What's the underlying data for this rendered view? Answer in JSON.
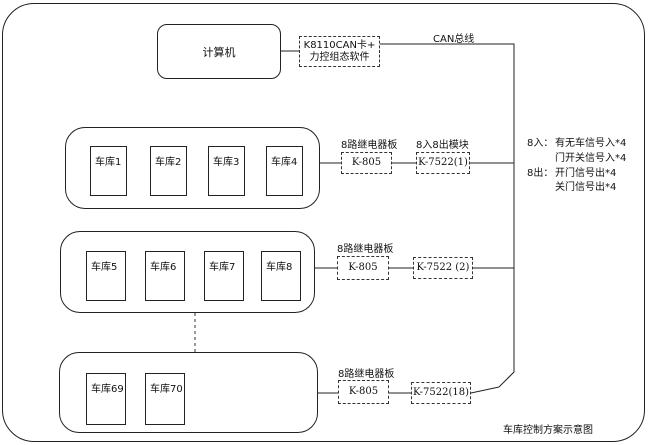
{
  "computer": {
    "label": "计算机"
  },
  "can_card": {
    "line1": "K8110CAN卡+",
    "line2": "力控组态软件"
  },
  "can_bus_label": "CAN总线",
  "io_note": {
    "in_label": "8入：",
    "in_line1": "有无车信号入*4",
    "in_line2": "门开关信号入*4",
    "out_label": "8出：",
    "out_line1": "开门信号出*4",
    "out_line2": "关门信号出*4"
  },
  "groups": [
    {
      "garages": [
        "车库1",
        "车库2",
        "车库3",
        "车库4"
      ],
      "relay_title": "8路继电器板",
      "relay_model": "K-805",
      "io_title": "8入8出模块",
      "io_model": "K-7522(1)"
    },
    {
      "garages": [
        "车库5",
        "车库6",
        "车库7",
        "车库8"
      ],
      "relay_title": "8路继电器板",
      "relay_model": "K-805",
      "io_model": "K-7522 (2)"
    },
    {
      "garages": [
        "车库69",
        "车库70"
      ],
      "relay_title": "8路继电器板",
      "relay_model": "K-805",
      "io_model": "K-7522(18)"
    }
  ],
  "caption": "车库控制方案示意图"
}
